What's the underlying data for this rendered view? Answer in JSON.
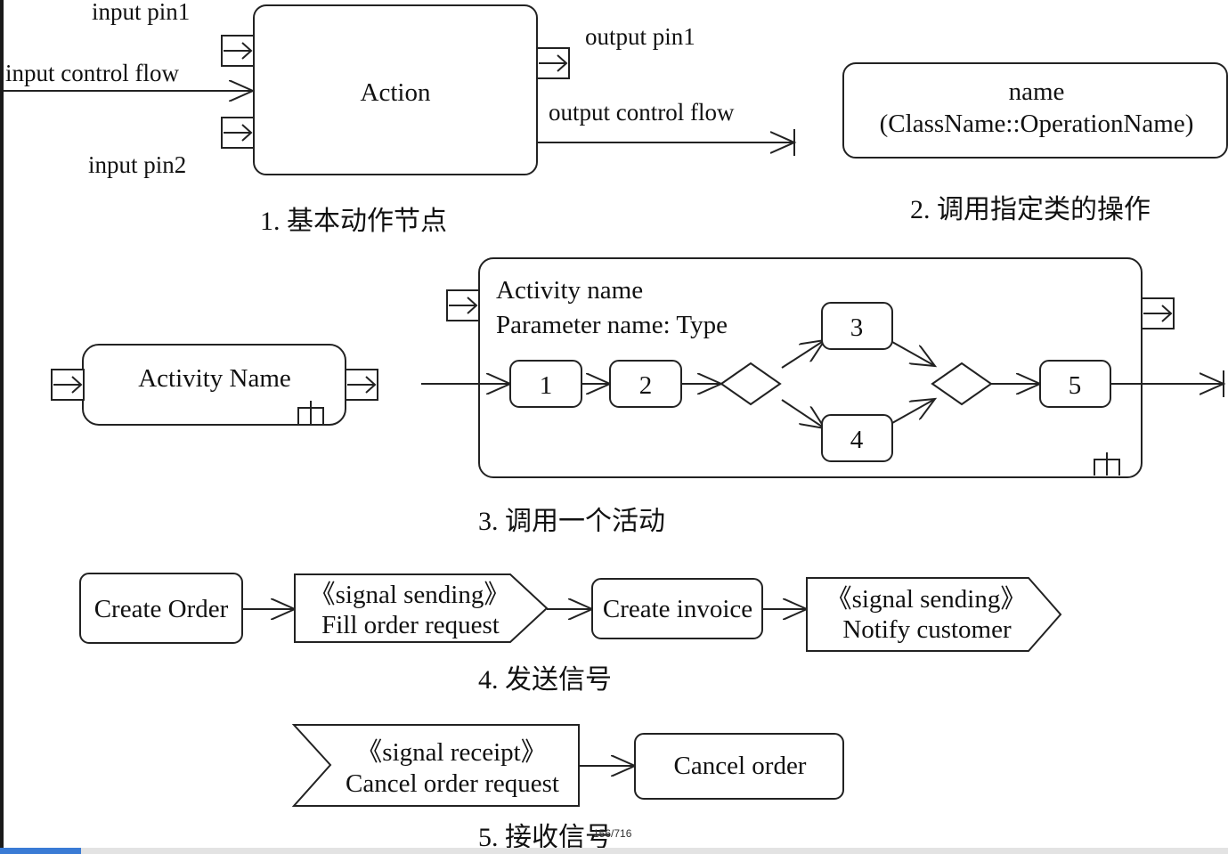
{
  "diagram": {
    "basic_action": {
      "action_label": "Action",
      "input_pin1": "input pin1",
      "input_pin2": "input pin2",
      "input_control_flow": "input control flow",
      "output_pin1": "output pin1",
      "output_control_flow": "output control flow",
      "caption": "1. 基本动作节点"
    },
    "call_operation": {
      "line1": "name",
      "line2": "(ClassName::OperationName)",
      "caption": "2. 调用指定类的操作"
    },
    "call_activity": {
      "small_activity_name": "Activity Name",
      "activity_name": "Activity name",
      "parameter": "Parameter name: Type",
      "nodes": [
        "1",
        "2",
        "3",
        "4",
        "5"
      ],
      "caption": "3. 调用一个活动"
    },
    "send_signal": {
      "create_order": "Create Order",
      "signal1_stereotype": "《signal sending》",
      "signal1_name": "Fill order request",
      "create_invoice": "Create invoice",
      "signal2_stereotype": "《signal sending》",
      "signal2_name": "Notify customer",
      "caption": "4. 发送信号"
    },
    "receive_signal": {
      "stereotype": "《signal receipt》",
      "name": "Cancel order request",
      "cancel_order": "Cancel order",
      "caption": "5. 接收信号"
    }
  },
  "viewer": {
    "page_indicator": "156/716",
    "progress": 0.066
  }
}
